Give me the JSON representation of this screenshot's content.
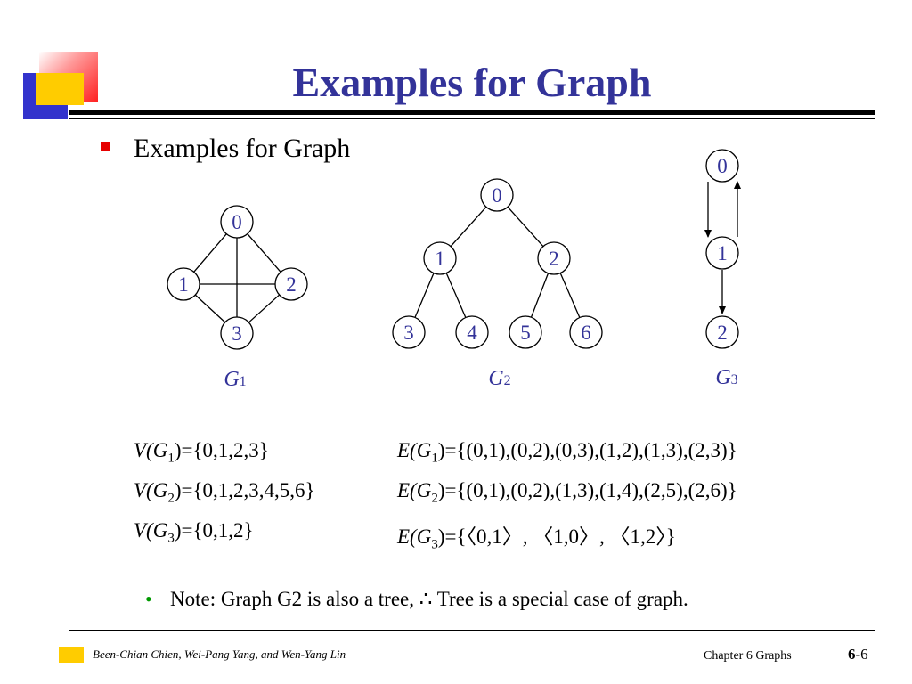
{
  "slide": {
    "title": "Examples for Graph",
    "bullet": "Examples for Graph",
    "note": "Note: Graph G2 is also a tree, ∴ Tree is a special case of graph."
  },
  "graphs": {
    "g1": {
      "name": "G",
      "sub": "1",
      "nodes": [
        "0",
        "1",
        "2",
        "3"
      ]
    },
    "g2": {
      "name": "G",
      "sub": "2",
      "nodes": [
        "0",
        "1",
        "2",
        "3",
        "4",
        "5",
        "6"
      ]
    },
    "g3": {
      "name": "G",
      "sub": "3",
      "nodes": [
        "0",
        "1",
        "2"
      ]
    }
  },
  "equations": {
    "v": [
      {
        "pre": "V(G",
        "sub": "1",
        "post": ")={0,1,2,3}"
      },
      {
        "pre": "V(G",
        "sub": "2",
        "post": ")={0,1,2,3,4,5,6}"
      },
      {
        "pre": "V(G",
        "sub": "3",
        "post": ")={0,1,2}"
      }
    ],
    "e": [
      {
        "pre": "E(G",
        "sub": "1",
        "post": ")={(0,1),(0,2),(0,3),(1,2),(1,3),(2,3)}"
      },
      {
        "pre": "E(G",
        "sub": "2",
        "post": ")={(0,1),(0,2),(1,3),(1,4),(2,5),(2,6)}"
      },
      {
        "pre": "E(G",
        "sub": "3",
        "post": ")={〈0,1〉, 〈1,0〉, 〈1,2〉}"
      }
    ]
  },
  "footer": {
    "authors": "Been-Chian Chien, Wei-Pang Yang, and Wen-Yang Lin",
    "chapter": "Chapter 6 Graphs",
    "page_bold": "6",
    "page_rest": "-6"
  },
  "colors": {
    "title": "#333399",
    "node_text": "#333399",
    "bullet": "#e60000",
    "note_dot": "#009900",
    "deco_red": "#ff3333",
    "deco_yellow": "#ffcc00",
    "deco_blue": "#3333cc"
  }
}
